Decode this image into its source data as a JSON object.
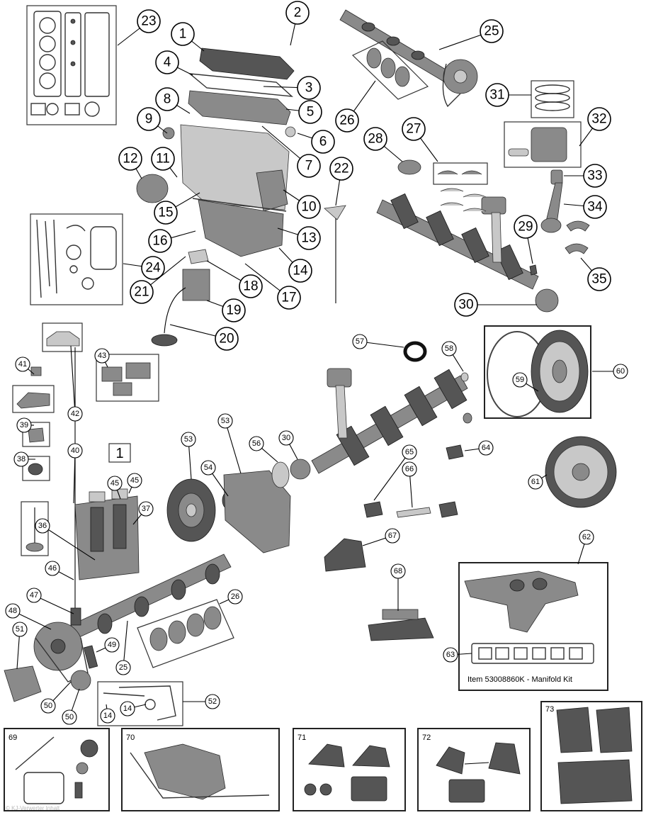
{
  "diagram": {
    "kit_caption": "Item 53008860K - Manifold Kit",
    "box_1_label": "1",
    "watermark": "© KJ-Verwerter Inhalt",
    "panels": [
      "69",
      "70",
      "71",
      "72",
      "73"
    ],
    "callouts_upper": [
      "1",
      "2",
      "3",
      "4",
      "5",
      "6",
      "7",
      "8",
      "9",
      "10",
      "11",
      "12",
      "13",
      "14",
      "15",
      "16",
      "17",
      "18",
      "19",
      "20",
      "21",
      "22",
      "23",
      "24",
      "25",
      "26",
      "27",
      "28",
      "29",
      "30",
      "31",
      "32",
      "33",
      "34",
      "35"
    ],
    "callouts_lower": [
      "36",
      "37",
      "38",
      "39",
      "40",
      "41",
      "42",
      "43",
      "45",
      "46",
      "47",
      "48",
      "49",
      "50",
      "51",
      "52",
      "53",
      "54",
      "56",
      "57",
      "58",
      "59",
      "60",
      "61",
      "62",
      "63",
      "64",
      "65",
      "66",
      "67",
      "68"
    ],
    "callouts_lower_dup": [
      "14",
      "14",
      "25",
      "26",
      "30",
      "45",
      "50",
      "53"
    ]
  }
}
